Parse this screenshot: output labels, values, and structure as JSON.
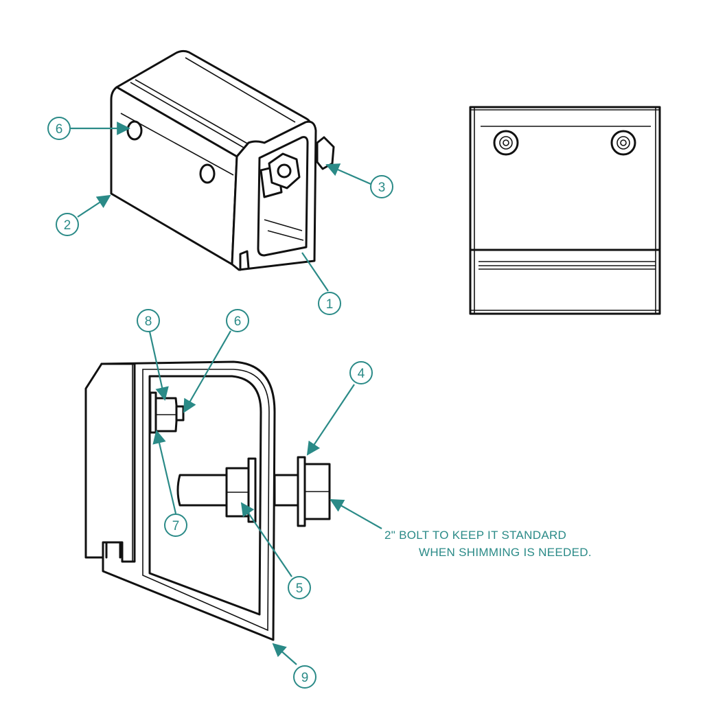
{
  "colors": {
    "ink": "#111111",
    "callout": "#2a8a87",
    "background": "#ffffff"
  },
  "balloons": {
    "iso_6": "6",
    "iso_2": "2",
    "iso_3": "3",
    "iso_1": "1",
    "side_8": "8",
    "side_6": "6",
    "side_4": "4",
    "side_7": "7",
    "side_5": "5",
    "side_9": "9"
  },
  "note": {
    "line1": "2\" BOLT TO KEEP IT STANDARD",
    "line2": "WHEN SHIMMING IS NEEDED."
  }
}
